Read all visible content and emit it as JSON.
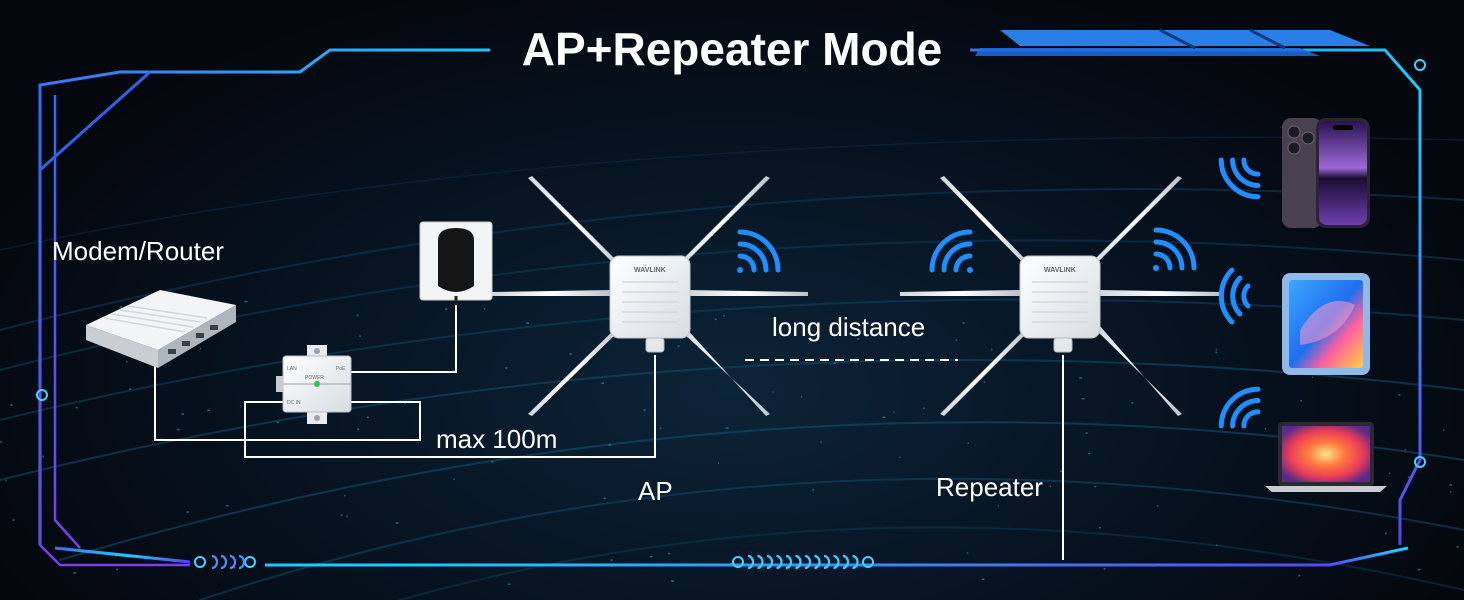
{
  "title": "AP+Repeater Mode",
  "labels": {
    "modem_router": "Modem/Router",
    "long_distance": "long distance",
    "max_distance": "max 100m",
    "ap": "AP",
    "repeater": "Repeater"
  },
  "brand": "WAVLINK",
  "poe_labels": [
    "POWER",
    "LAN",
    "PoE",
    "DC IN"
  ],
  "icons": [
    "wifi-signal-icon",
    "phone-icon",
    "tablet-icon",
    "laptop-icon",
    "power-adapter-icon",
    "poe-injector-icon",
    "router-icon",
    "outdoor-ap-icon"
  ],
  "colors": {
    "frame_blue": "#3d7df5",
    "frame_cyan": "#19d6ff",
    "frame_purple": "#6a3df0",
    "wifi_blue": "#1f8fff",
    "cable": "#ffffff"
  }
}
